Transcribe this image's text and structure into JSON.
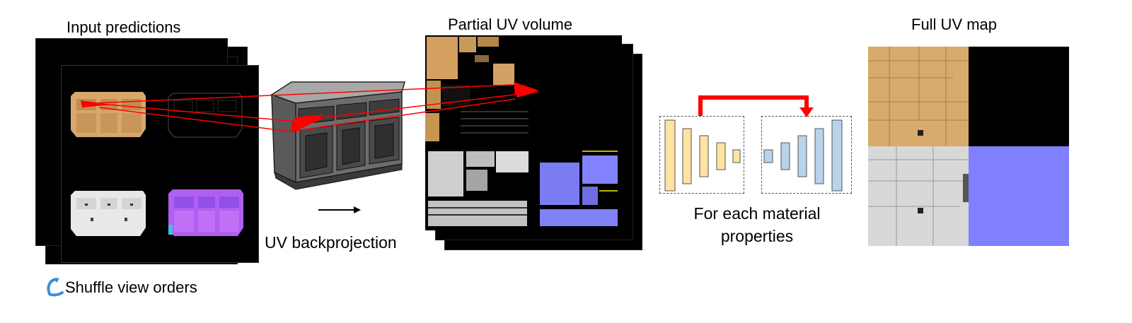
{
  "labels": {
    "input_predictions": "Input predictions",
    "partial_uv_volume": "Partial UV volume",
    "full_uv_map": "Full UV map",
    "uv_backprojection": "UV backprojection",
    "for_each_line1": "For each material",
    "for_each_line2": "properties",
    "shuffle": "Shuffle view orders"
  },
  "icons": {
    "shuffle": "curved-arrow-icon",
    "arrow": "right-arrow-icon"
  },
  "colors": {
    "albedo": "#d7a86a",
    "roughness": "#d0d0d0",
    "normal": "#8080ff",
    "normal_render": "#b060f0",
    "highlight": "#ff0000",
    "encoder": "#ffe3a3",
    "decoder": "#b9d3ec",
    "shuffle_icon": "#3a8fd8"
  }
}
